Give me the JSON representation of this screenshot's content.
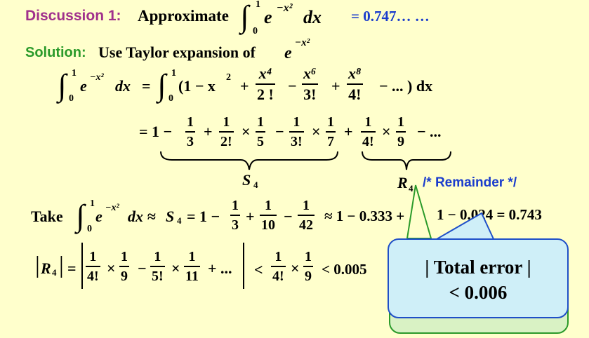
{
  "discussion": {
    "label": "Discussion 1:",
    "prefix": "Approximate",
    "integrand": "e",
    "exp": "−x²",
    "dx": "dx",
    "upper": "1",
    "lower": "0",
    "result": "= 0.747… …"
  },
  "solution": {
    "label": "Solution:",
    "text": "Use Taylor expansion of",
    "base": "e",
    "exp": "−x²"
  },
  "expansion": {
    "lhs_integrand": "e",
    "lhs_exp": "−x²",
    "dx": "dx",
    "eq": "=",
    "open": "(1 − x",
    "sq": "2",
    "plus1": "+",
    "f1_num": "x⁴",
    "f1_den": "2 !",
    "minus1": "−",
    "f2_num": "x⁶",
    "f2_den": "3!",
    "plus2": "+",
    "f3_num": "x⁸",
    "f3_den": "4!",
    "tail": "−  ...  ) dx",
    "upper": "1",
    "lower": "0"
  },
  "series": {
    "start": "= 1 −",
    "t1": {
      "num": "1",
      "den": "3"
    },
    "t2a": {
      "num": "1",
      "den": "2!"
    },
    "t2b": {
      "num": "1",
      "den": "5"
    },
    "t3a": {
      "num": "1",
      "den": "3!"
    },
    "t3b": {
      "num": "1",
      "den": "7"
    },
    "t4a": {
      "num": "1",
      "den": "4!"
    },
    "t4b": {
      "num": "1",
      "den": "9"
    },
    "ops": [
      "+",
      "×",
      "−",
      "×",
      "+",
      "×",
      "−  ..."
    ],
    "s4": "S",
    "s4_sub": "4",
    "r4": "R",
    "r4_sub": "4",
    "remainder_comment": "/* Remainder */"
  },
  "take": {
    "label": "Take",
    "integrand": "e",
    "exp": "−x²",
    "dx": "dx ≈",
    "s": "S",
    "s_sub": "4",
    "eq": "= 1 −",
    "f1": {
      "num": "1",
      "den": "3"
    },
    "op1": "+",
    "f2": {
      "num": "1",
      "den": "10"
    },
    "op2": "−",
    "f3": {
      "num": "1",
      "den": "42"
    },
    "approx": "≈ 1 − 0.333 +",
    "rest": "1 − 0.024  = 0.743",
    "upper": "1",
    "lower": "0"
  },
  "bound": {
    "r": "R",
    "r_sub": "4",
    "eq": "=",
    "f1": {
      "num": "1",
      "den": "4!"
    },
    "f2": {
      "num": "1",
      "den": "9"
    },
    "f3": {
      "num": "1",
      "den": "5!"
    },
    "f4": {
      "num": "1",
      "den": "11"
    },
    "ops": [
      "×",
      "−",
      "×",
      "+  ..."
    ],
    "lt": "<",
    "f5": {
      "num": "1",
      "den": "4!"
    },
    "f6": {
      "num": "1",
      "den": "9"
    },
    "op5": "×",
    "result": "< 0.005"
  },
  "callout": {
    "line1": "| Total error |",
    "line2": "< 0.006"
  }
}
